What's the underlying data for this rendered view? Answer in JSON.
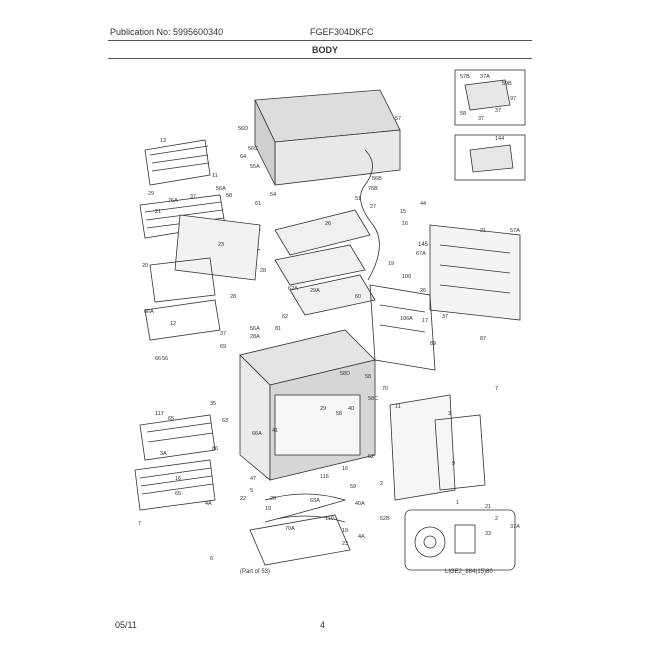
{
  "header": {
    "publication_no": "Publication No: 5995600340",
    "model": "FGEF304DKFC"
  },
  "section_title": "BODY",
  "part_labels": [
    "13",
    "11",
    "56D",
    "56C",
    "64",
    "55A",
    "29",
    "37",
    "56A",
    "58",
    "76A",
    "21",
    "23",
    "20",
    "66A",
    "54",
    "61",
    "15",
    "16",
    "76B",
    "51",
    "27",
    "67A",
    "44",
    "29A",
    "57",
    "57A",
    "56B",
    "19",
    "26",
    "100",
    "26",
    "60",
    "21",
    "37",
    "28",
    "62A",
    "12",
    "28",
    "28A",
    "62",
    "56A",
    "56",
    "69",
    "106A",
    "17",
    "37",
    "89",
    "87",
    "58",
    "29",
    "81",
    "57B",
    "66",
    "117",
    "11",
    "58D",
    "58",
    "58C",
    "70",
    "40",
    "52",
    "52B",
    "40A",
    "41",
    "66A",
    "86",
    "65",
    "63",
    "35",
    "47",
    "63A",
    "70A",
    "59",
    "16",
    "116",
    "2",
    "3",
    "9",
    "7",
    "19",
    "23",
    "110",
    "4A",
    "16",
    "22",
    "4A",
    "65",
    "5",
    "20",
    "3A",
    "19",
    "6",
    "1",
    "21",
    "2",
    "33",
    "37A",
    "37A",
    "59B",
    "58",
    "37",
    "37",
    "97",
    "144",
    "7"
  ],
  "callouts": {
    "arrow_label": "145",
    "part_of": "(Part of 53)",
    "figure_code": "LIGE2_884(15)80"
  },
  "footer": {
    "date": "05/11",
    "page": "4"
  }
}
